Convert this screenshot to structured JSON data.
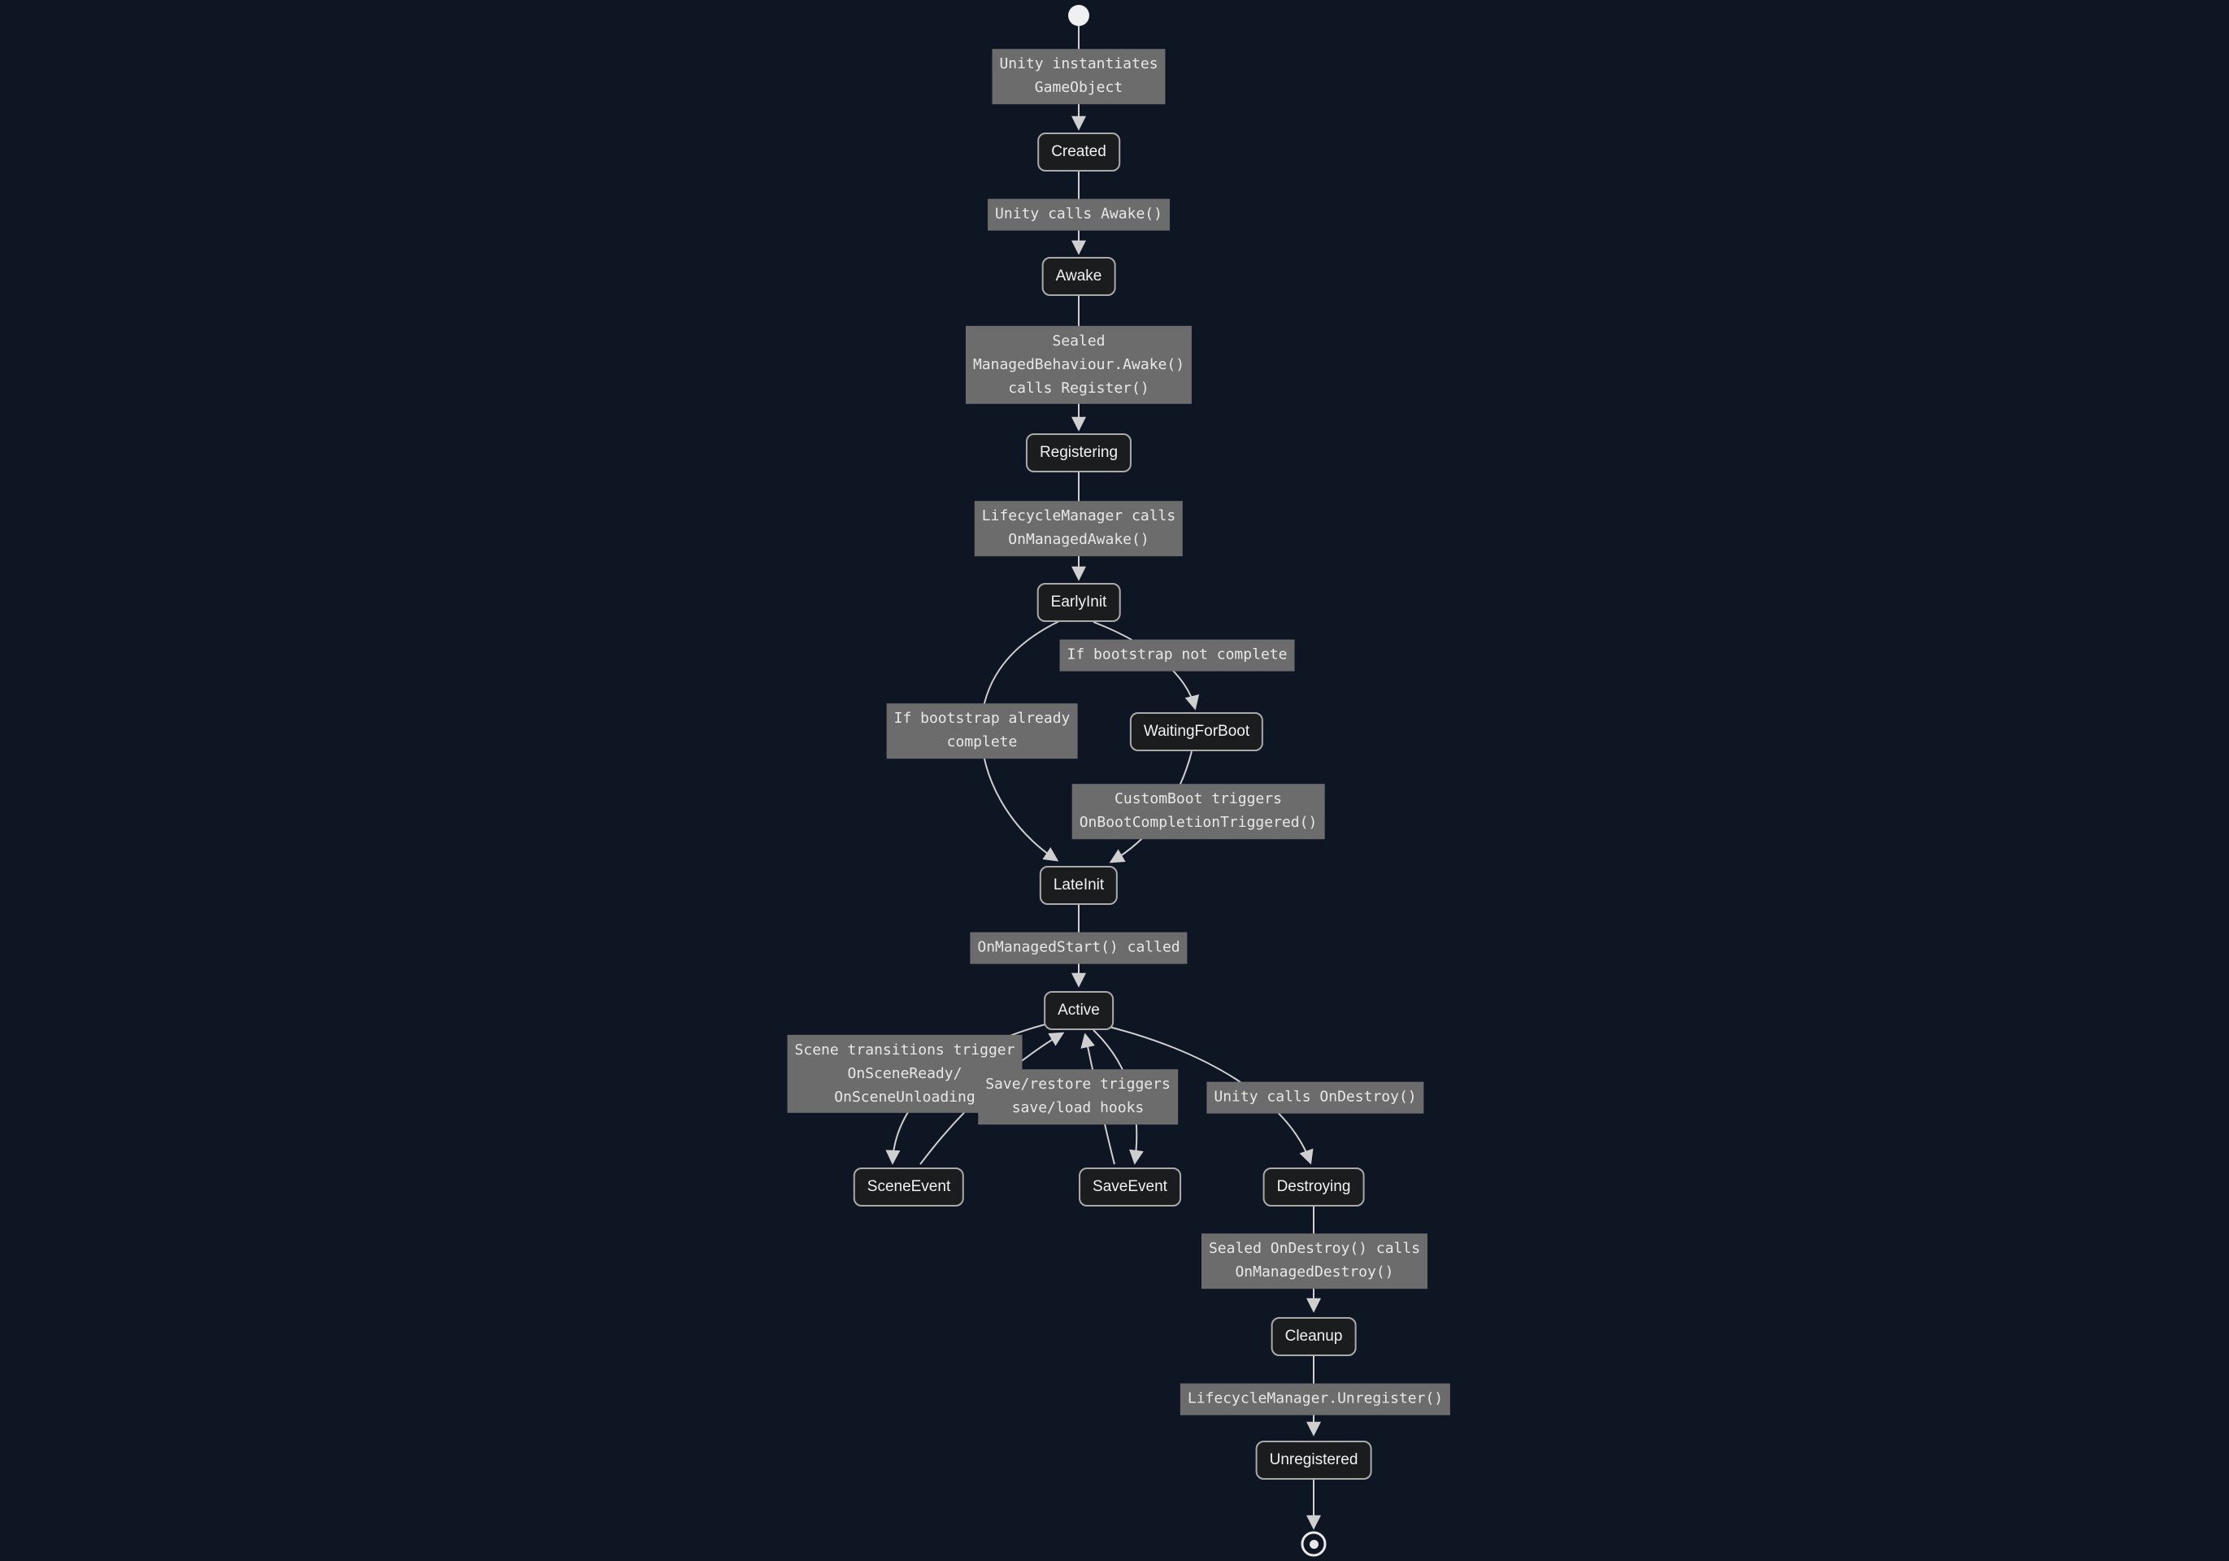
{
  "diagram": {
    "kind": "state-diagram",
    "colors": {
      "background": "#0e1523",
      "state_fill": "#1b1c1e",
      "state_border": "#aaaaaa",
      "state_text": "#f2f2f2",
      "edge_label_bg": "#6c6c6c",
      "edge_label_text": "#e8e8e8",
      "edge_stroke": "#cfcfcf"
    }
  },
  "states": {
    "created": "Created",
    "awake": "Awake",
    "registering": "Registering",
    "early_init": "EarlyInit",
    "waiting_for_boot": "WaitingForBoot",
    "late_init": "LateInit",
    "active": "Active",
    "scene_event": "SceneEvent",
    "save_event": "SaveEvent",
    "destroying": "Destroying",
    "cleanup": "Cleanup",
    "unregistered": "Unregistered"
  },
  "edge_labels": {
    "instantiate": "Unity instantiates\nGameObject",
    "unity_awake": "Unity calls Awake()",
    "sealed_awake": "Sealed\nManagedBehaviour.Awake()\ncalls Register()",
    "lifecycle_awake": "LifecycleManager calls\nOnManagedAwake()",
    "boot_not_complete": "If bootstrap not complete",
    "boot_already_complete": "If bootstrap already\ncomplete",
    "custom_boot": "CustomBoot triggers\nOnBootCompletionTriggered()",
    "managed_start": "OnManagedStart() called",
    "scene_transitions": "Scene transitions trigger\nOnSceneReady/\nOnSceneUnloading",
    "save_restore": "Save/restore triggers\nsave/load hooks",
    "unity_destroy": "Unity calls OnDestroy()",
    "sealed_destroy": "Sealed OnDestroy() calls\nOnManagedDestroy()",
    "unregister": "LifecycleManager.Unregister()"
  }
}
